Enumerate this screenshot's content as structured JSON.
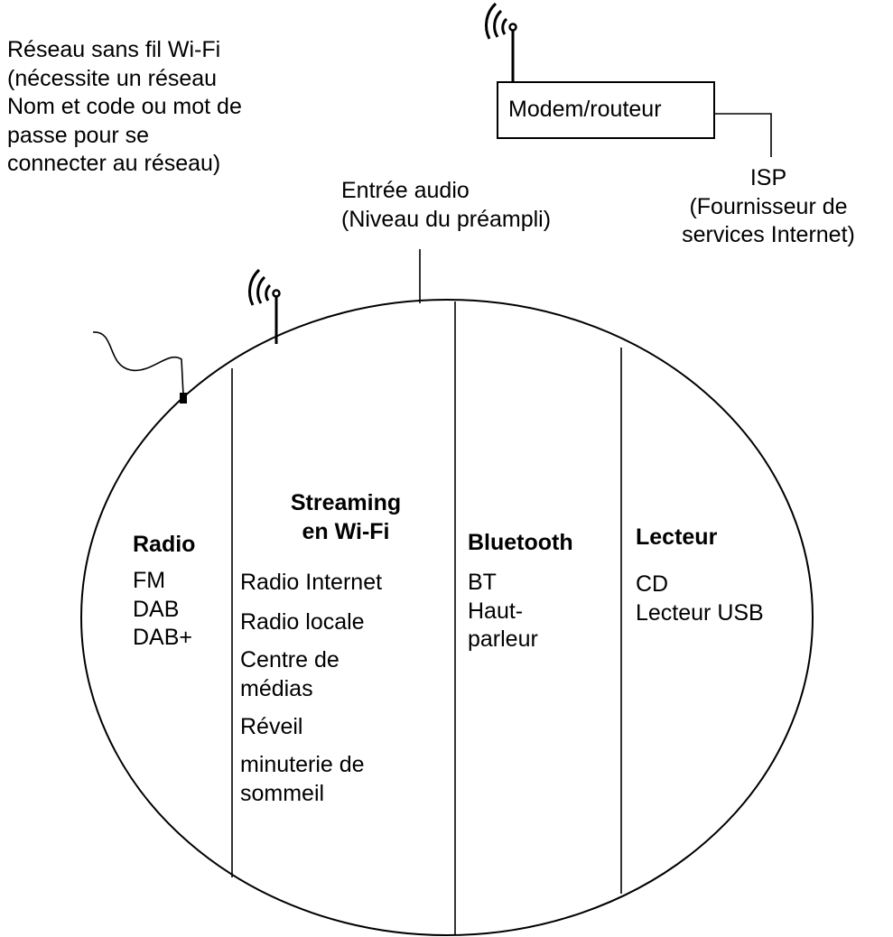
{
  "wifi_network_note": "Réseau sans fil Wi-Fi\n(nécessite un réseau\nNom et code ou mot de\npasse pour se\nconnecter au réseau)",
  "modem_router": "Modem/routeur",
  "isp": "ISP\n(Fournisseur de\nservices Internet)",
  "audio_input": "Entrée audio\n(Niveau du préampli)",
  "sections": [
    {
      "title": "Radio",
      "items": "FM\nDAB\nDAB+"
    },
    {
      "title": "Streaming\nen Wi-Fi",
      "items": [
        "Radio Internet",
        "Radio locale",
        "Centre de\nmédias",
        "Réveil",
        "minuterie de\nsommeil"
      ]
    },
    {
      "title": "Bluetooth",
      "items": "BT\nHaut-\nparleur"
    },
    {
      "title": "Lecteur",
      "items": "CD\nLecteur USB"
    }
  ],
  "colors": {
    "ink": "#000000",
    "background": "#ffffff"
  },
  "icons": [
    "wifi-antenna-icon",
    "wifi-antenna-icon",
    "fm-wire-antenna-icon"
  ]
}
